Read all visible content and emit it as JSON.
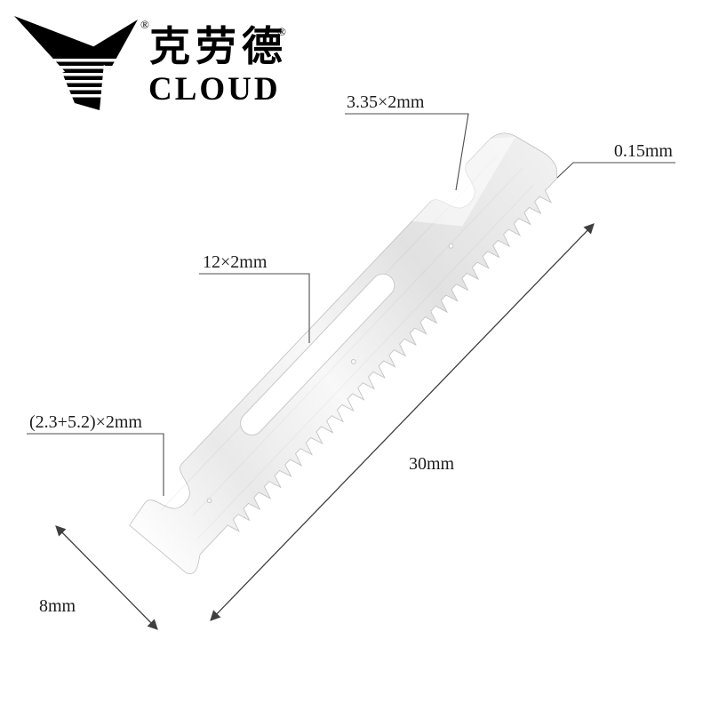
{
  "brand": {
    "name_cn": "克劳德",
    "name_en": "CLOUD",
    "registered": "®"
  },
  "annotations": {
    "notch": "3.35×2mm",
    "thickness": "0.15mm",
    "slot": "12×2mm",
    "hook": "(2.3+5.2)×2mm",
    "length": "30mm",
    "width": "8mm"
  },
  "colors": {
    "line": "#4d4d4d",
    "text": "#1c1c1c",
    "blade_stroke": "#bfbfbf",
    "blade_light": "#ffffff",
    "blade_dark": "#e2e2e2"
  }
}
